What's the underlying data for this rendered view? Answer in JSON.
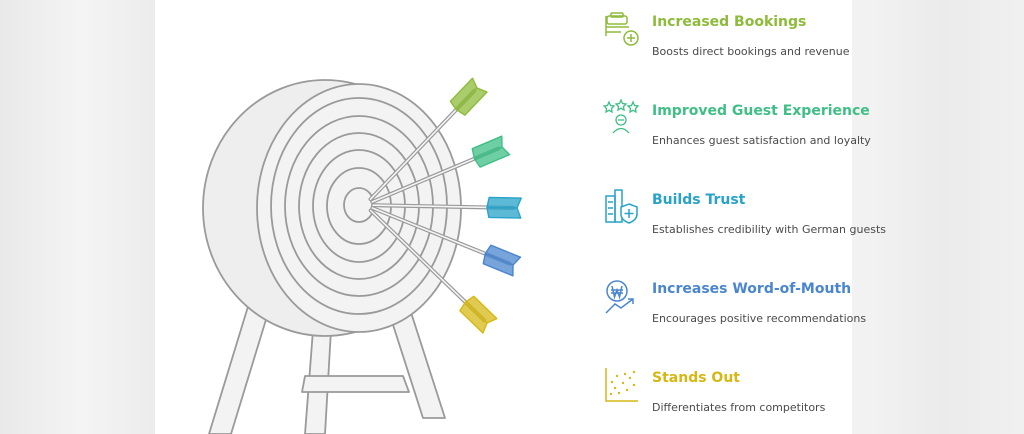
{
  "colors": {
    "green": "#8dbb3a",
    "teal": "#3fbf86",
    "cyan": "#27a3c9",
    "blue": "#4a86cf",
    "yellow": "#d6b814",
    "outline": "#9a9a9a",
    "target_fill": "#f3f3f3"
  },
  "items": [
    {
      "title": "Increased Bookings",
      "desc": "Boosts direct bookings and revenue",
      "icon": "bed-plus-icon",
      "color": "#8dbb3a"
    },
    {
      "title": "Improved Guest Experience",
      "desc": "Enhances guest satisfaction and loyalty",
      "icon": "stars-person-icon",
      "color": "#3fbf86"
    },
    {
      "title": "Builds Trust",
      "desc": "Establishes credibility with German guests",
      "icon": "building-shield-icon",
      "color": "#27a3c9"
    },
    {
      "title": "Increases Word-of-Mouth",
      "desc": "Encourages positive recommendations",
      "icon": "coin-growth-icon",
      "color": "#4a86cf"
    },
    {
      "title": "Stands Out",
      "desc": "Differentiates from competitors",
      "icon": "scatter-chart-icon",
      "color": "#d6b814"
    }
  ]
}
